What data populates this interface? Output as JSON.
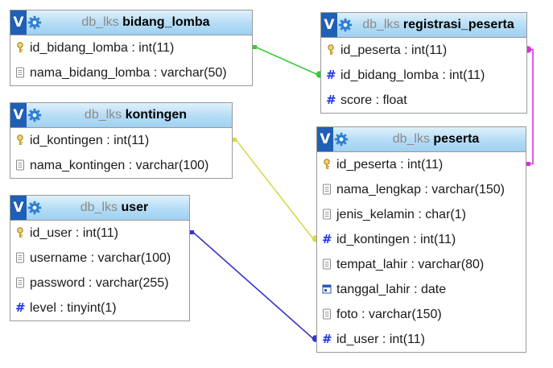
{
  "colors": {
    "header_gradient_top": "#dff0fb",
    "header_gradient_bottom": "#9fd1f1",
    "badge": "#1f5fb5",
    "link_green": "#33cc33",
    "link_magenta": "#d633d6",
    "link_yellow": "#d8d84a",
    "link_blue": "#3333cc"
  },
  "tables": [
    {
      "key": "bidang_lomba",
      "badge": "V",
      "schema": "db_lks",
      "name": "bidang_lomba",
      "columns": [
        {
          "text": "id_bidang_lomba : int(11)",
          "icon": "primary-key-icon"
        },
        {
          "text": "nama_bidang_lomba : varchar(50)",
          "icon": "text-column-icon"
        }
      ]
    },
    {
      "key": "kontingen",
      "badge": "V",
      "schema": "db_lks",
      "name": "kontingen",
      "columns": [
        {
          "text": "id_kontingen : int(11)",
          "icon": "primary-key-icon"
        },
        {
          "text": "nama_kontingen : varchar(100)",
          "icon": "text-column-icon"
        }
      ]
    },
    {
      "key": "user",
      "badge": "V",
      "schema": "db_lks",
      "name": "user",
      "columns": [
        {
          "text": "id_user : int(11)",
          "icon": "primary-key-icon"
        },
        {
          "text": "username : varchar(100)",
          "icon": "text-column-icon"
        },
        {
          "text": "password : varchar(255)",
          "icon": "text-column-icon"
        },
        {
          "text": "level : tinyint(1)",
          "icon": "numeric-column-icon"
        }
      ]
    },
    {
      "key": "registrasi_peserta",
      "badge": "V",
      "schema": "db_lks",
      "name": "registrasi_peserta",
      "columns": [
        {
          "text": "id_peserta : int(11)",
          "icon": "primary-key-icon"
        },
        {
          "text": "id_bidang_lomba : int(11)",
          "icon": "numeric-column-icon"
        },
        {
          "text": "score : float",
          "icon": "numeric-column-icon"
        }
      ]
    },
    {
      "key": "peserta",
      "badge": "V",
      "schema": "db_lks",
      "name": "peserta",
      "columns": [
        {
          "text": "id_peserta : int(11)",
          "icon": "primary-key-icon"
        },
        {
          "text": "nama_lengkap : varchar(150)",
          "icon": "text-column-icon"
        },
        {
          "text": "jenis_kelamin : char(1)",
          "icon": "text-column-icon"
        },
        {
          "text": "id_kontingen : int(11)",
          "icon": "numeric-column-icon"
        },
        {
          "text": "tempat_lahir : varchar(80)",
          "icon": "text-column-icon"
        },
        {
          "text": "tanggal_lahir : date",
          "icon": "date-column-icon"
        },
        {
          "text": "foto : varchar(150)",
          "icon": "text-column-icon"
        },
        {
          "text": "id_user : int(11)",
          "icon": "numeric-column-icon"
        }
      ]
    }
  ],
  "relations": [
    {
      "from": "bidang_lomba.id_bidang_lomba",
      "to": "registrasi_peserta.id_bidang_lomba",
      "color": "#33cc33"
    },
    {
      "from": "peserta.id_peserta",
      "to": "registrasi_peserta.id_peserta",
      "color": "#d633d6"
    },
    {
      "from": "kontingen.id_kontingen",
      "to": "peserta.id_kontingen",
      "color": "#d8d84a"
    },
    {
      "from": "user.id_user",
      "to": "peserta.id_user",
      "color": "#3333cc"
    }
  ]
}
